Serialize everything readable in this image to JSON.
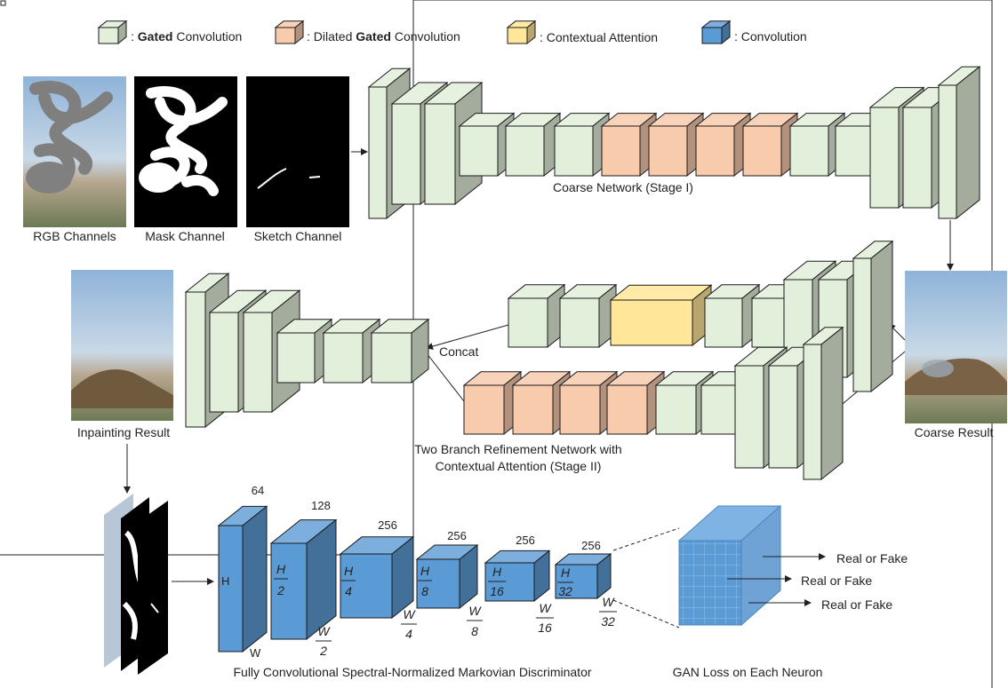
{
  "legend": {
    "gated_prefix": ":",
    "gated_bold": "Gated",
    "gated_rest": "Convolution",
    "dilated_prefix": ": Dilated",
    "dilated_bold": "Gated",
    "dilated_rest": "Convolution",
    "contextual_attention": ": Contextual Attention",
    "convolution": ": Convolution"
  },
  "inputs": {
    "rgb_label": "RGB Channels",
    "mask_label": "Mask Channel",
    "sketch_label": "Sketch Channel"
  },
  "stage1": {
    "caption": "Coarse Network (Stage I)"
  },
  "stage2": {
    "caption_line1": "Two Branch Refinement Network with",
    "caption_line2": "Contextual Attention (Stage II)",
    "concat_label": "Concat"
  },
  "results": {
    "coarse_label": "Coarse Result",
    "inpainting_label": "Inpainting Result"
  },
  "discriminator": {
    "caption": "Fully Convolutional Spectral-Normalized Markovian Discriminator",
    "channels": [
      "64",
      "128",
      "256",
      "256",
      "256",
      "256"
    ],
    "h_label": "H",
    "w_label": "W",
    "h_den": [
      "2",
      "4",
      "8",
      "16",
      "32"
    ],
    "w_den": [
      "2",
      "4",
      "8",
      "16",
      "32"
    ]
  },
  "gan": {
    "caption": "GAN Loss on Each Neuron",
    "outputs": [
      "Real or Fake",
      "Real or Fake",
      "Real or Fake"
    ]
  },
  "colors": {
    "gated": "#e2efda",
    "dilated": "#f8cbad",
    "attention": "#ffe699",
    "conv": "#5b9bd5"
  }
}
